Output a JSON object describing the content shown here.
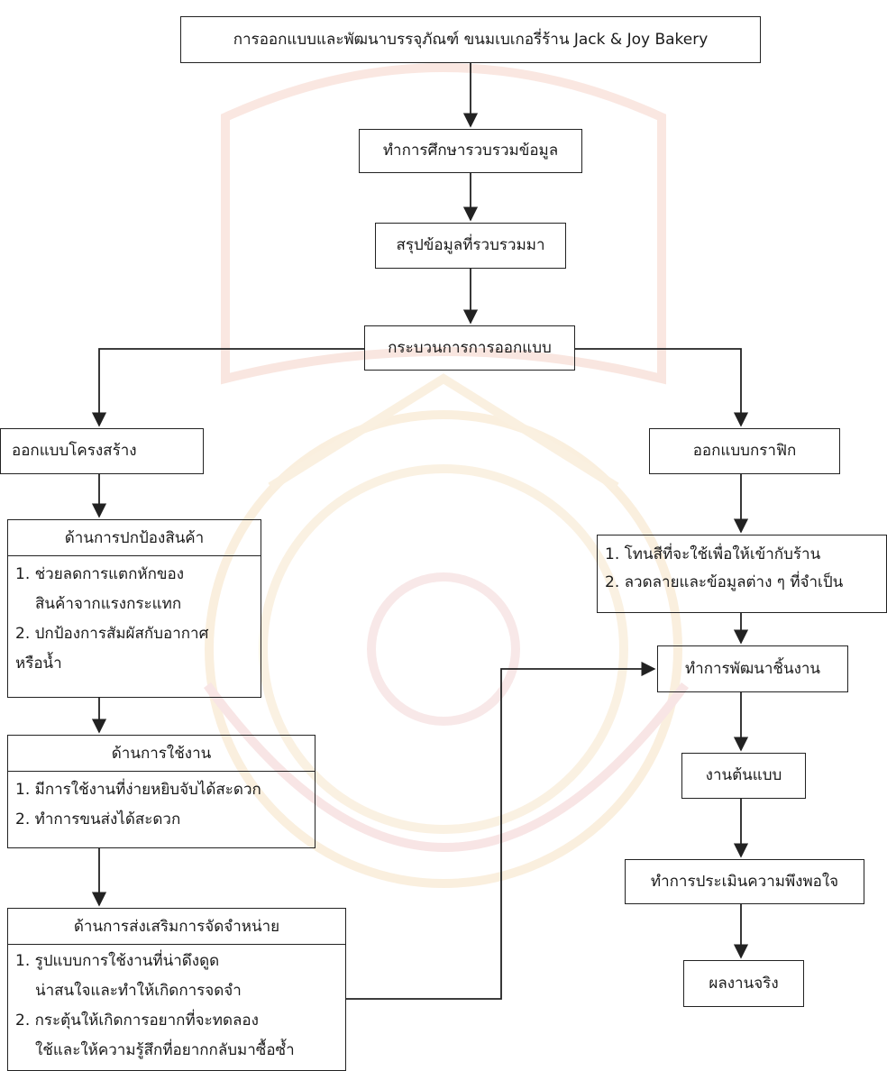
{
  "nodes": {
    "main_title": "การออกแบบและพัฒนาบรรจุภัณฑ์ ขนมเบเกอรี่ร้าน Jack & Joy Bakery",
    "study": "ทำการศึกษารวบรวมข้อมูล",
    "summary": "สรุปข้อมูลที่รวบรวมมา",
    "design_process": "กระบวนการการออกแบบ",
    "structure_design": "ออกแบบโครงสร้าง",
    "graphic_design": "ออกแบบกราฟิก",
    "develop": "ทำการพัฒนาชิ้นงาน",
    "prototype": "งานต้นแบบ",
    "evaluate": "ทำการประเมินความพึงพอใจ",
    "result": "ผลงานจริง"
  },
  "protection": {
    "title": "ด้านการปกป้องสินค้า",
    "lines": [
      "1. ช่วยลดการแตกหักของ",
      "สินค้าจากแรงกระแทก",
      "2. ปกป้องการสัมผัสกับอากาศ",
      "หรือน้ำ"
    ]
  },
  "usage": {
    "title": "ด้านการใช้งาน",
    "lines": [
      "1. มีการใช้งานที่ง่ายหยิบจับได้สะดวก",
      "2. ทำการขนส่งได้สะดวก"
    ]
  },
  "promotion": {
    "title": "ด้านการส่งเสริมการจัดจำหน่าย",
    "lines": [
      "1. รูปแบบการใช้งานที่น่าดึงดูด",
      "น่าสนใจและทำให้เกิดการจดจำ",
      "2. กระตุ้นให้เกิดการอยากที่จะทดลอง",
      "ใช้และให้ความรู้สึกที่อยากกลับมาซื้อซ้ำ"
    ]
  },
  "graphic_list": {
    "lines": [
      "1. โทนสีที่จะใช้เพื่อให้เข้ากับร้าน",
      "2. ลวดลายและข้อมูลต่าง ๆ ที่จำเป็น"
    ]
  },
  "colors": {
    "line": "#222222",
    "watermark_gold": "#f2cfa0",
    "watermark_red": "#f3c9c9"
  }
}
